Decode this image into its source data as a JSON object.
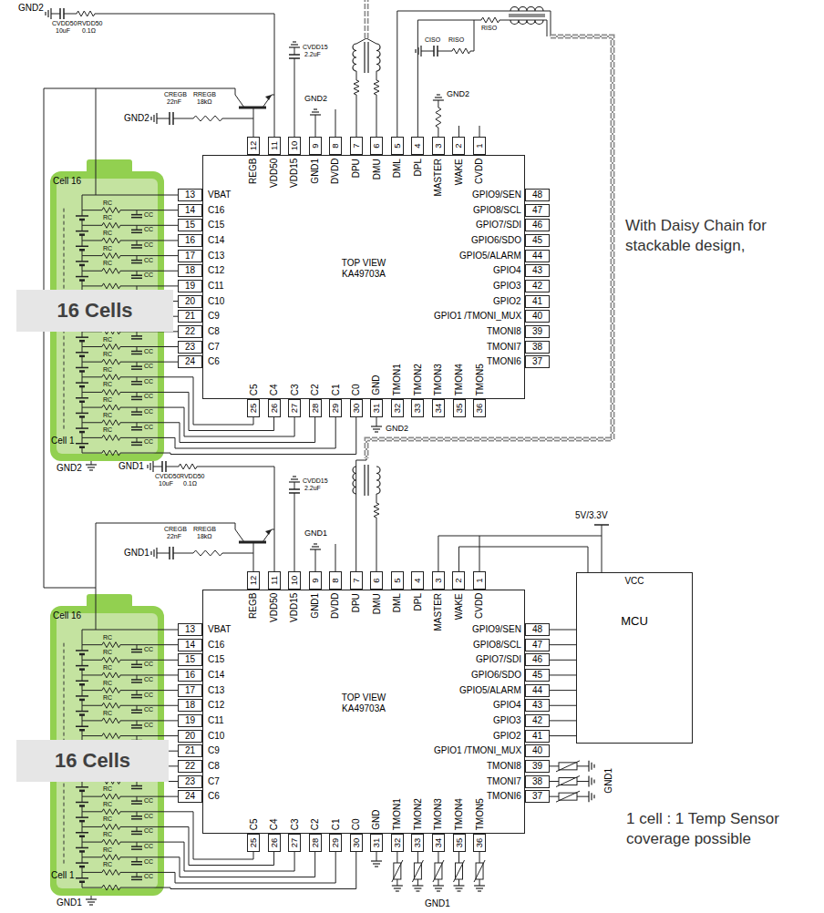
{
  "diagram": {
    "nodes": [
      {
        "text": [
          "TOP VIEW KA49703A"
        ]
      },
      {
        "text": [
          "1"
        ]
      },
      {
        "text": [
          "2"
        ]
      },
      {
        "text": [
          "3"
        ]
      },
      {
        "text": [
          "4"
        ]
      },
      {
        "text": [
          "5"
        ]
      },
      {
        "text": [
          "6"
        ]
      },
      {
        "text": [
          "7"
        ]
      },
      {
        "text": [
          "8"
        ]
      },
      {
        "text": [
          "9"
        ]
      },
      {
        "text": [
          "10"
        ]
      },
      {
        "text": [
          "11"
        ]
      },
      {
        "text": [
          "12"
        ]
      },
      {
        "text": [
          "13"
        ]
      },
      {
        "text": [
          "14"
        ]
      },
      {
        "text": [
          "15"
        ]
      },
      {
        "text": [
          "16"
        ]
      },
      {
        "text": [
          "17"
        ]
      },
      {
        "text": [
          "18"
        ]
      },
      {
        "text": [
          "19"
        ]
      },
      {
        "text": [
          "20"
        ]
      },
      {
        "text": [
          "21"
        ]
      },
      {
        "text": [
          "22"
        ]
      },
      {
        "text": [
          "23"
        ]
      },
      {
        "text": [
          "24"
        ]
      },
      {
        "text": [
          "25"
        ]
      },
      {
        "text": [
          "26"
        ]
      },
      {
        "text": [
          "27"
        ]
      },
      {
        "text": [
          "28"
        ]
      },
      {
        "text": [
          "29"
        ]
      },
      {
        "text": [
          "30"
        ]
      },
      {
        "text": [
          "31"
        ]
      },
      {
        "text": [
          "32"
        ]
      },
      {
        "text": [
          "33"
        ]
      },
      {
        "text": [
          "34"
        ]
      },
      {
        "text": [
          "35"
        ]
      },
      {
        "text": [
          "36"
        ]
      },
      {
        "text": [
          "37"
        ]
      },
      {
        "text": [
          "38"
        ]
      },
      {
        "text": [
          "39"
        ]
      },
      {
        "text": [
          "40"
        ]
      },
      {
        "text": [
          "41"
        ]
      },
      {
        "text": [
          "42"
        ]
      },
      {
        "text": [
          "43"
        ]
      },
      {
        "text": [
          "44"
        ]
      },
      {
        "text": [
          "45"
        ]
      },
      {
        "text": [
          "46"
        ]
      },
      {
        "text": [
          "47"
        ]
      },
      {
        "text": [
          "48"
        ]
      },
      {
        "text": [
          "16 Cells"
        ]
      },
      {
        "text": [
          "TOP VIEW KA49703A"
        ]
      },
      {
        "text": [
          "1"
        ]
      },
      {
        "text": [
          "2"
        ]
      },
      {
        "text": [
          "3"
        ]
      },
      {
        "text": [
          "4"
        ]
      },
      {
        "text": [
          "5"
        ]
      },
      {
        "text": [
          "6"
        ]
      },
      {
        "text": [
          "7"
        ]
      },
      {
        "text": [
          "8"
        ]
      },
      {
        "text": [
          "9"
        ]
      },
      {
        "text": [
          "10"
        ]
      },
      {
        "text": [
          "11"
        ]
      },
      {
        "text": [
          "12"
        ]
      },
      {
        "text": [
          "13"
        ]
      },
      {
        "text": [
          "14"
        ]
      },
      {
        "text": [
          "15"
        ]
      },
      {
        "text": [
          "16"
        ]
      },
      {
        "text": [
          "17"
        ]
      },
      {
        "text": [
          "18"
        ]
      },
      {
        "text": [
          "19"
        ]
      },
      {
        "text": [
          "20"
        ]
      },
      {
        "text": [
          "21"
        ]
      },
      {
        "text": [
          "22"
        ]
      },
      {
        "text": [
          "23"
        ]
      },
      {
        "text": [
          "24"
        ]
      },
      {
        "text": [
          "25"
        ]
      },
      {
        "text": [
          "26"
        ]
      },
      {
        "text": [
          "27"
        ]
      },
      {
        "text": [
          "28"
        ]
      },
      {
        "text": [
          "29"
        ]
      },
      {
        "text": [
          "30"
        ]
      },
      {
        "text": [
          "31"
        ]
      },
      {
        "text": [
          "32"
        ]
      },
      {
        "text": [
          "33"
        ]
      },
      {
        "text": [
          "34"
        ]
      },
      {
        "text": [
          "35"
        ]
      },
      {
        "text": [
          "36"
        ]
      },
      {
        "text": [
          "37"
        ]
      },
      {
        "text": [
          "38"
        ]
      },
      {
        "text": [
          "39"
        ]
      },
      {
        "text": [
          "40"
        ]
      },
      {
        "text": [
          "41"
        ]
      },
      {
        "text": [
          "42"
        ]
      },
      {
        "text": [
          "43"
        ]
      },
      {
        "text": [
          "44"
        ]
      },
      {
        "text": [
          "45"
        ]
      },
      {
        "text": [
          "46"
        ]
      },
      {
        "text": [
          "47"
        ]
      },
      {
        "text": [
          "48"
        ]
      },
      {
        "text": [
          "VCC",
          "MCU"
        ]
      },
      {
        "text": [
          "16 Cells"
        ]
      }
    ],
    "edges": [
      {
        "from": 5,
        "to": 57,
        "arrow": "none"
      },
      {
        "from": 98,
        "to": 99,
        "arrow": "none"
      },
      {
        "from": 97,
        "to": 99,
        "arrow": "none"
      },
      {
        "from": 96,
        "to": 99,
        "arrow": "none"
      },
      {
        "from": 95,
        "to": 99,
        "arrow": "none"
      },
      {
        "from": 94,
        "to": 99,
        "arrow": "none"
      },
      {
        "from": 93,
        "to": 99,
        "arrow": "none"
      },
      {
        "from": 92,
        "to": 99,
        "arrow": "none"
      },
      {
        "from": 91,
        "to": 99,
        "arrow": "none"
      },
      {
        "from": 52,
        "to": 99,
        "arrow": "none"
      },
      {
        "from": 51,
        "to": 99,
        "arrow": "none"
      }
    ],
    "labels": [
      "CVDD",
      "WAKE",
      "MASTER",
      "DPL",
      "DML",
      "DMU",
      "DPU",
      "DVDD",
      "GND1",
      "VDD15",
      "VDD50",
      "REGB",
      "VBAT",
      "C16",
      "C15",
      "C14",
      "C13",
      "C12",
      "C11",
      "C10",
      "C9",
      "C8",
      "C7",
      "C6",
      "C5",
      "C4",
      "C3",
      "C2",
      "C1",
      "C0",
      "GND",
      "TMON1",
      "TMON2",
      "TMON3",
      "TMON4",
      "TMON5",
      "TMONI6",
      "TMONI7",
      "TMONI8",
      "GPIO1 /TMONI_MUX",
      "GPIO2",
      "GPIO3",
      "GPIO4",
      "GPIO5/ALARM",
      "GPIO6/SDO",
      "GPIO7/SDI",
      "GPIO8/SCL",
      "GPIO9/SEN",
      "CVDD",
      "WAKE",
      "MASTER",
      "DPL",
      "DML",
      "DMU",
      "DPU",
      "DVDD",
      "GND1",
      "VDD15",
      "VDD50",
      "REGB",
      "VBAT",
      "C16",
      "C15",
      "C14",
      "C13",
      "C12",
      "C11",
      "C10",
      "C9",
      "C8",
      "C7",
      "C6",
      "C5",
      "C4",
      "C3",
      "C2",
      "C1",
      "C0",
      "GND",
      "TMON1",
      "TMON2",
      "TMON3",
      "TMON4",
      "TMON5",
      "TMONI6",
      "TMONI7",
      "TMONI8",
      "GPIO1 /TMONI_MUX",
      "GPIO2",
      "GPIO3",
      "GPIO4",
      "GPIO5/ALARM",
      "GPIO6/SDO",
      "GPIO7/SDI",
      "GPIO8/SCL",
      "GPIO9/SEN",
      "RC",
      "CC",
      "RC",
      "CC",
      "RC",
      "CC",
      "RC",
      "CC",
      "RC",
      "CC",
      "RC",
      "CC",
      "RC",
      "CC",
      "RC",
      "CC",
      "RC",
      "CC",
      "RC",
      "CC",
      "RC",
      "CC",
      "RC",
      "CC",
      "RC",
      "CC",
      "RC",
      "CC",
      "RC",
      "CC",
      "RC",
      "CC",
      "RC",
      "CC",
      "RC",
      "CC",
      "RC",
      "CC",
      "RC",
      "CC",
      "RC",
      "CC",
      "RC",
      "CC",
      "RC",
      "CC",
      "RC",
      "CC",
      "GND2",
      "CVDD50",
      "10uF",
      "RVDD50",
      "0.1Ω",
      "CREGB",
      "22nF",
      "RREGB",
      "18kΩ",
      "GND2",
      "CVDD15",
      "2.2uF",
      "GND2",
      "CISO",
      "RISO",
      "RISO",
      "GND2",
      "With Daisy Chain for stackable design,",
      "Cell 16",
      "Cell 1",
      "GND2",
      "GND2",
      "GND1",
      "CVDD50",
      "10uF",
      "RVDD50",
      "0.1Ω",
      "CREGB",
      "22nF",
      "RREGB",
      "18kΩ",
      "GND1",
      "CVDD15",
      "2.2uF",
      "GND1",
      "5V/3.3V",
      "Cell 16",
      "Cell 1",
      "GND1",
      "1 cell : 1 Temp Sensor coverage possible",
      "GND1",
      "GND1"
    ]
  }
}
